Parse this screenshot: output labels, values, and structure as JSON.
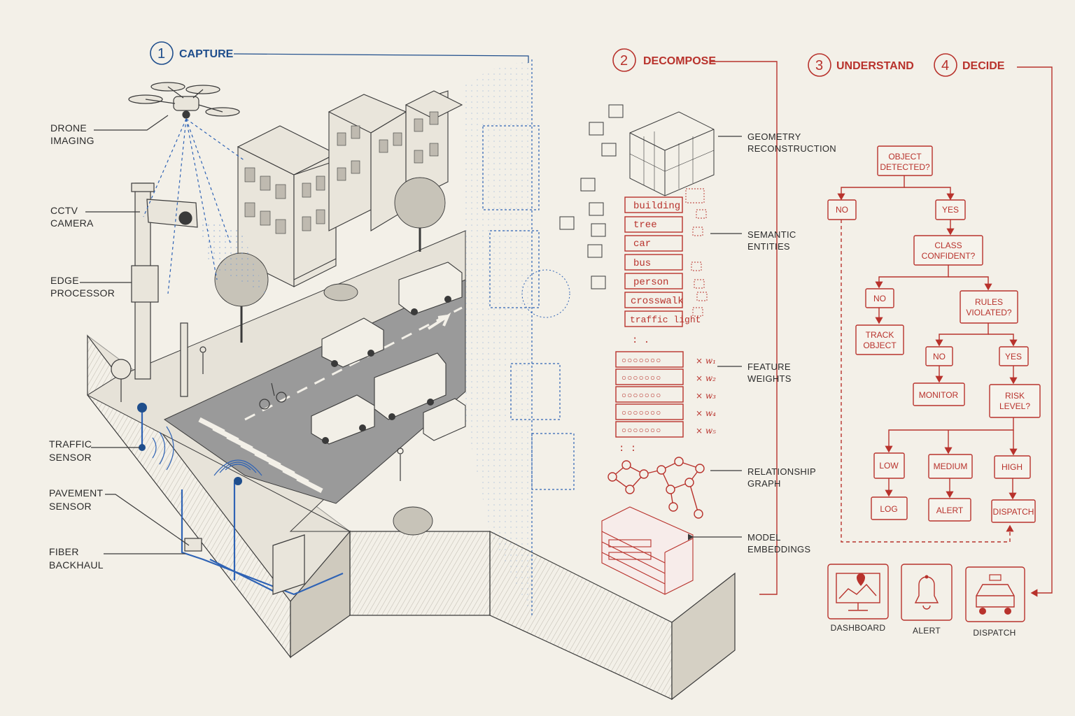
{
  "steps": [
    {
      "num": "1",
      "title": "CAPTURE"
    },
    {
      "num": "2",
      "title": "DECOMPOSE"
    },
    {
      "num": "3",
      "title": "UNDERSTAND"
    },
    {
      "num": "4",
      "title": "DECIDE"
    }
  ],
  "sensors": {
    "drone": [
      "DRONE",
      "IMAGING"
    ],
    "cctv": [
      "CCTV",
      "CAMERA"
    ],
    "edge": [
      "EDGE",
      "PROCESSOR"
    ],
    "traffic": [
      "TRAFFIC",
      "SENSOR"
    ],
    "pavement": [
      "PAVEMENT",
      "SENSOR"
    ],
    "fiber": [
      "FIBER",
      "BACKHAUL"
    ]
  },
  "layers": {
    "geometry": [
      "GEOMETRY",
      "RECONSTRUCTION"
    ],
    "semantic": [
      "SEMANTIC",
      "ENTITIES"
    ],
    "feature": [
      "FEATURE",
      "WEIGHTS"
    ],
    "relationship": [
      "RELATIONSHIP",
      "GRAPH"
    ],
    "model": [
      "MODEL",
      "EMBEDDINGS"
    ]
  },
  "entities": [
    "building",
    "tree",
    "car",
    "bus",
    "person",
    "crosswalk",
    "traffic light"
  ],
  "weights": {
    "rows": [
      "○○○○○○○",
      "○○○○○○○",
      "○○○○○○○",
      "○○○○○○○",
      "○○○○○○○"
    ],
    "labels": [
      "× w₁",
      "× w₂",
      "× w₃",
      "× w₄",
      "× w₅"
    ]
  },
  "flow": {
    "object_detected": [
      "OBJECT",
      "DETECTED?"
    ],
    "no1": "NO",
    "yes1": "YES",
    "class_confident": [
      "CLASS",
      "CONFIDENT?"
    ],
    "no2": "NO",
    "track_object": [
      "TRACK",
      "OBJECT"
    ],
    "rules_violated": [
      "RULES",
      "VIOLATED?"
    ],
    "no3": "NO",
    "yes3": "YES",
    "monitor": "MONITOR",
    "risk_level": [
      "RISK",
      "LEVEL?"
    ],
    "low": "LOW",
    "medium": "MEDIUM",
    "high": "HIGH",
    "log": "LOG",
    "alert": "ALERT",
    "dispatch": "DISPATCH"
  },
  "outputs": [
    "DASHBOARD",
    "ALERT",
    "DISPATCH"
  ],
  "colors": {
    "blue": "#1f4e8c",
    "red": "#b8322c",
    "ink": "#3a3a3a",
    "paper": "#f3f0e8"
  }
}
